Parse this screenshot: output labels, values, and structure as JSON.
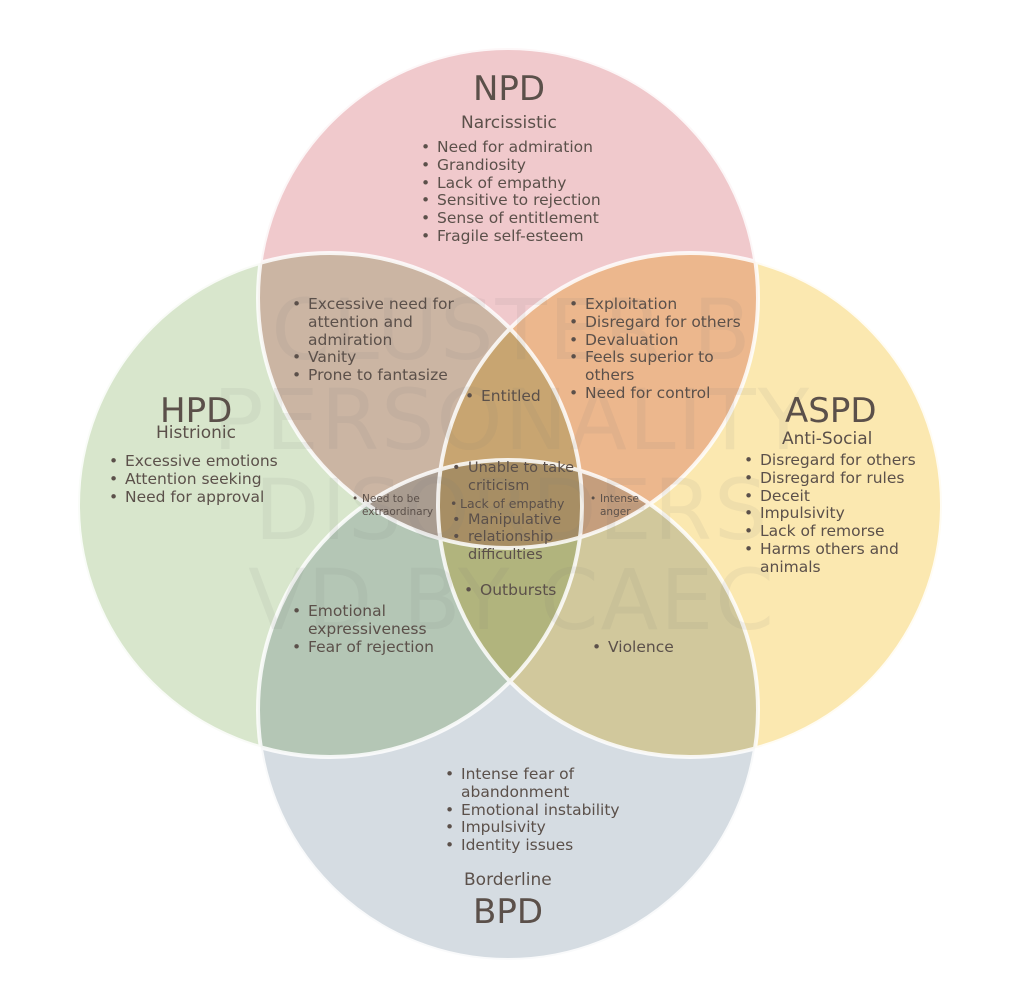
{
  "watermark": [
    "CLUSTER B",
    "PERSONALITY",
    "DISORDERS",
    "VD BY CAEC"
  ],
  "colors": {
    "npd": "#f0c9cc",
    "hpd": "#d8e6cc",
    "aspd": "#fbe8b0",
    "bpd": "#d5dce2",
    "text": "#5b504a"
  },
  "npd": {
    "abbr": "NPD",
    "name": "Narcissistic",
    "traits": [
      "Need for admiration",
      "Grandiosity",
      "Lack of empathy",
      "Sensitive to rejection",
      "Sense of entitlement",
      "Fragile self-esteem"
    ]
  },
  "hpd": {
    "abbr": "HPD",
    "name": "Histrionic",
    "traits": [
      "Excessive emotions",
      "Attention seeking",
      "Need for approval"
    ]
  },
  "aspd": {
    "abbr": "ASPD",
    "name": "Anti-Social",
    "traits": [
      "Disregard for others",
      "Disregard for rules",
      "Deceit",
      "Impulsivity",
      "Lack of remorse",
      "Harms others and animals"
    ]
  },
  "bpd": {
    "abbr": "BPD",
    "name": "Borderline",
    "traits": [
      "Intense fear of abandonment",
      "Emotional instability",
      "Impulsivity",
      "Identity issues"
    ]
  },
  "overlaps": {
    "npd_hpd": [
      "Excessive need for attention and admiration",
      "Vanity",
      "Prone to fantasize"
    ],
    "npd_aspd": [
      "Exploitation",
      "Disregard for others",
      "Devaluation",
      "Feels superior to others",
      "Need for control"
    ],
    "npd_center": [
      "Entitled"
    ],
    "hpd_npd_bpd": [
      "Need to be extraordinary"
    ],
    "aspd_npd_bpd": [
      "Intense anger"
    ],
    "center": [
      "Unable to take criticism",
      "Lack of empathy",
      "Manipulative",
      "relationship difficulties"
    ],
    "bpd_center": [
      "Outbursts"
    ],
    "hpd_bpd": [
      "Emotional expressiveness",
      "Fear of rejection"
    ],
    "aspd_bpd": [
      "Violence"
    ]
  }
}
